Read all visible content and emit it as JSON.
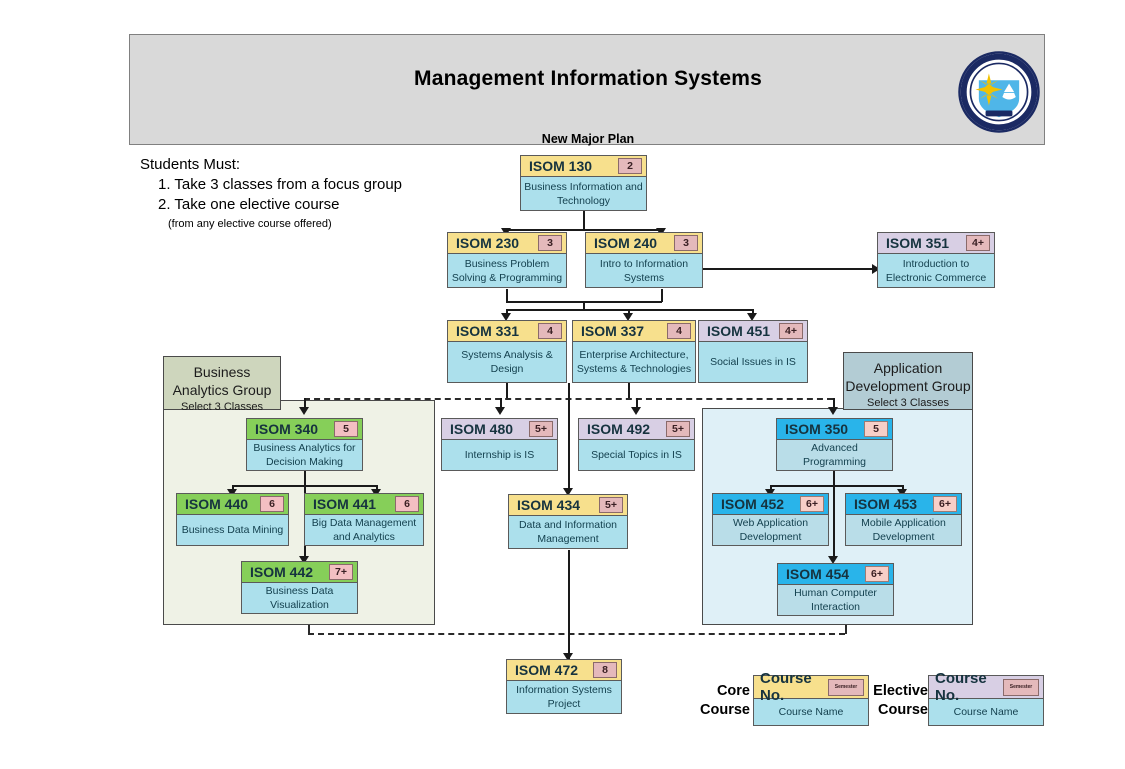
{
  "banner": {
    "title": "Management Information Systems",
    "subtitle": "New Major Plan",
    "logo_alt": "kuwait-university-seal"
  },
  "instructions": {
    "heading": "Students Must:",
    "item1": "1. Take 3 classes from a focus group",
    "item2": "2. Take one elective course",
    "note": "(from any elective course offered)"
  },
  "groups": {
    "business_analytics": {
      "line1": "Business",
      "line2": "Analytics Group",
      "line3": "Select 3 Classes"
    },
    "application_development": {
      "line1": "Application",
      "line2": "Development Group",
      "line3": "Select 3 Classes"
    }
  },
  "courses": {
    "isom130": {
      "number": "ISOM 130",
      "semester": "2",
      "name": "Business Information and Technology",
      "type": "core"
    },
    "isom230": {
      "number": "ISOM 230",
      "semester": "3",
      "name": "Business Problem Solving & Programming",
      "type": "core"
    },
    "isom240": {
      "number": "ISOM 240",
      "semester": "3",
      "name": "Intro to Information Systems",
      "type": "core"
    },
    "isom351": {
      "number": "ISOM 351",
      "semester": "4+",
      "name": "Introduction to Electronic Commerce",
      "type": "elective"
    },
    "isom331": {
      "number": "ISOM 331",
      "semester": "4",
      "name": "Systems Analysis & Design",
      "type": "core"
    },
    "isom337": {
      "number": "ISOM 337",
      "semester": "4",
      "name": "Enterprise Architecture, Systems & Technologies",
      "type": "core"
    },
    "isom451": {
      "number": "ISOM 451",
      "semester": "4+",
      "name": "Social Issues in IS",
      "type": "elective"
    },
    "isom340": {
      "number": "ISOM 340",
      "semester": "5",
      "name": "Business Analytics for Decision Making",
      "type": "business-analytics"
    },
    "isom440": {
      "number": "ISOM 440",
      "semester": "6",
      "name": "Business Data Mining",
      "type": "business-analytics"
    },
    "isom441": {
      "number": "ISOM 441",
      "semester": "6",
      "name": "Big Data Management and Analytics",
      "type": "business-analytics"
    },
    "isom442": {
      "number": "ISOM 442",
      "semester": "7+",
      "name": "Business Data Visualization",
      "type": "business-analytics"
    },
    "isom480": {
      "number": "ISOM 480",
      "semester": "5+",
      "name": "Internship is IS",
      "type": "elective"
    },
    "isom492": {
      "number": "ISOM 492",
      "semester": "5+",
      "name": "Special Topics in IS",
      "type": "elective"
    },
    "isom434": {
      "number": "ISOM 434",
      "semester": "5+",
      "name": "Data and Information Management",
      "type": "core"
    },
    "isom350": {
      "number": "ISOM 350",
      "semester": "5",
      "name": "Advanced Programming",
      "type": "application-development"
    },
    "isom452": {
      "number": "ISOM 452",
      "semester": "6+",
      "name": "Web Application Development",
      "type": "application-development"
    },
    "isom453": {
      "number": "ISOM 453",
      "semester": "6+",
      "name": "Mobile Application Development",
      "type": "application-development"
    },
    "isom454": {
      "number": "ISOM 454",
      "semester": "6+",
      "name": "Human Computer Interaction",
      "type": "application-development"
    },
    "isom472": {
      "number": "ISOM 472",
      "semester": "8",
      "name": "Information Systems Project",
      "type": "core"
    }
  },
  "legend": {
    "core_label_l1": "Core",
    "core_label_l2": "Course",
    "elective_label_l1": "Elective",
    "elective_label_l2": "Course",
    "course_no": "Course No.",
    "semester": "Semester",
    "course_name": "Course Name"
  },
  "colors": {
    "core_header": "#f7e08d",
    "elective_header": "#d8cfe4",
    "ba_header": "#86cf59",
    "ad_header": "#29b4ea",
    "body": "#ace0ec",
    "badge": "#e4b9bb",
    "banner": "#d9d9d9"
  }
}
